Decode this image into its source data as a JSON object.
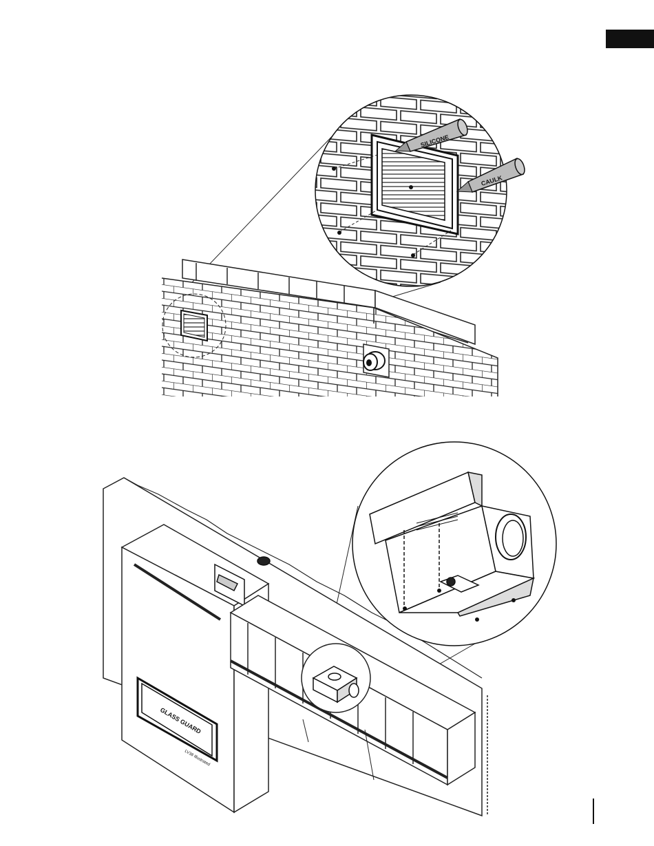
{
  "labels": {
    "silicone": "SILICONE",
    "caulk": "CAULK",
    "glass_guard": "GLASS GUARD",
    "illustrated_note": "LV38 Illustrated"
  }
}
